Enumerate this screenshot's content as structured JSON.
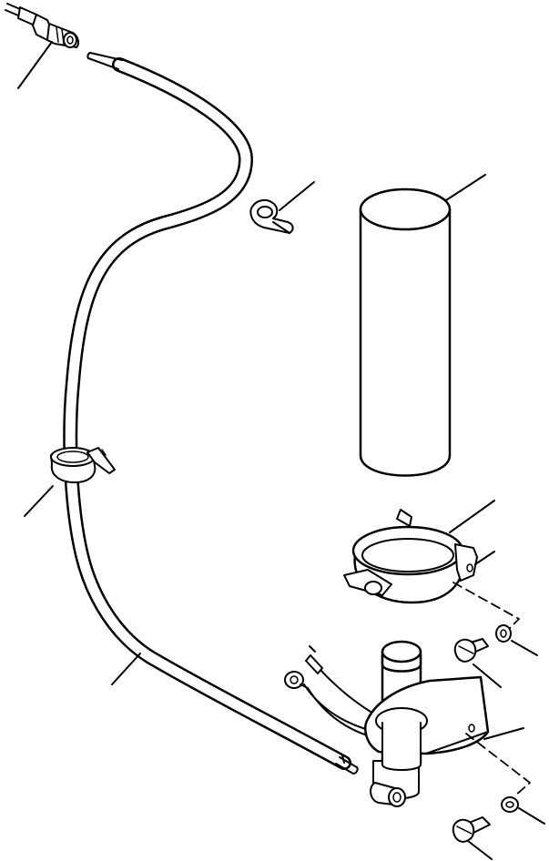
{
  "figure": {
    "colors": {
      "line": "#000000",
      "background": "#ffffff"
    },
    "parts": [
      {
        "name": "hose-end-fitting"
      },
      {
        "name": "washer-hose"
      },
      {
        "name": "p-clip"
      },
      {
        "name": "washer-tank"
      },
      {
        "name": "hose-clamp"
      },
      {
        "name": "tank-bracket"
      },
      {
        "name": "bolt"
      },
      {
        "name": "washer"
      },
      {
        "name": "washer-pump"
      },
      {
        "name": "pump-bracket"
      }
    ]
  }
}
